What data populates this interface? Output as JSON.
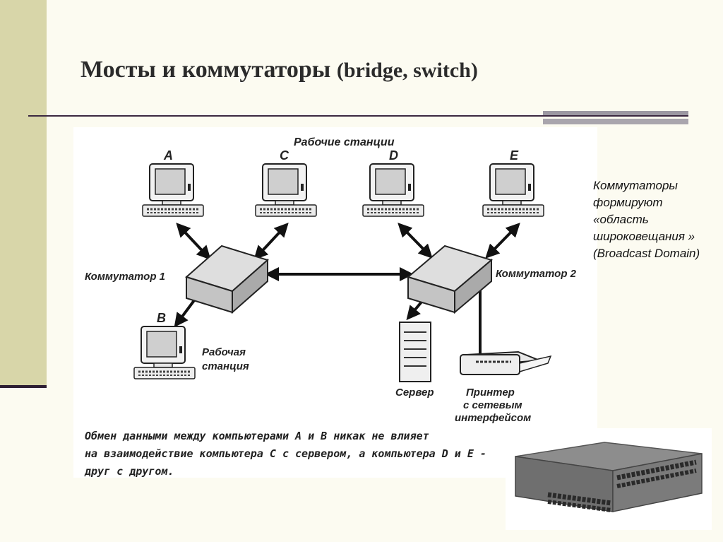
{
  "slide": {
    "title_main": "Мосты и коммутаторы",
    "title_paren": "(bridge, switch)",
    "side_note": "Коммутаторы формируют «область широковещания » (Broadcast Domain)"
  },
  "diagram": {
    "label_workstations": "Рабочие станции",
    "label_a": "A",
    "label_c": "C",
    "label_d": "D",
    "label_e": "E",
    "label_b": "B",
    "label_switch1": "Коммутатор 1",
    "label_switch2": "Коммутатор 2",
    "label_ws_line1": "Рабочая",
    "label_ws_line2": "станция",
    "label_server": "Сервер",
    "label_printer_line1": "Принтер",
    "label_printer_line2": "с сетевым",
    "label_printer_line3": "интерфейсом",
    "caption_line1": "Обмен данными между компьютерами A и B никак не влияет",
    "caption_line2": "на взаимодействие компьютера C с сервером, а компьютера D и E -",
    "caption_line3": "друг с другом."
  },
  "colors": {
    "band": "#d8d6a9",
    "rule": "#3b2840",
    "ink": "#222222"
  }
}
